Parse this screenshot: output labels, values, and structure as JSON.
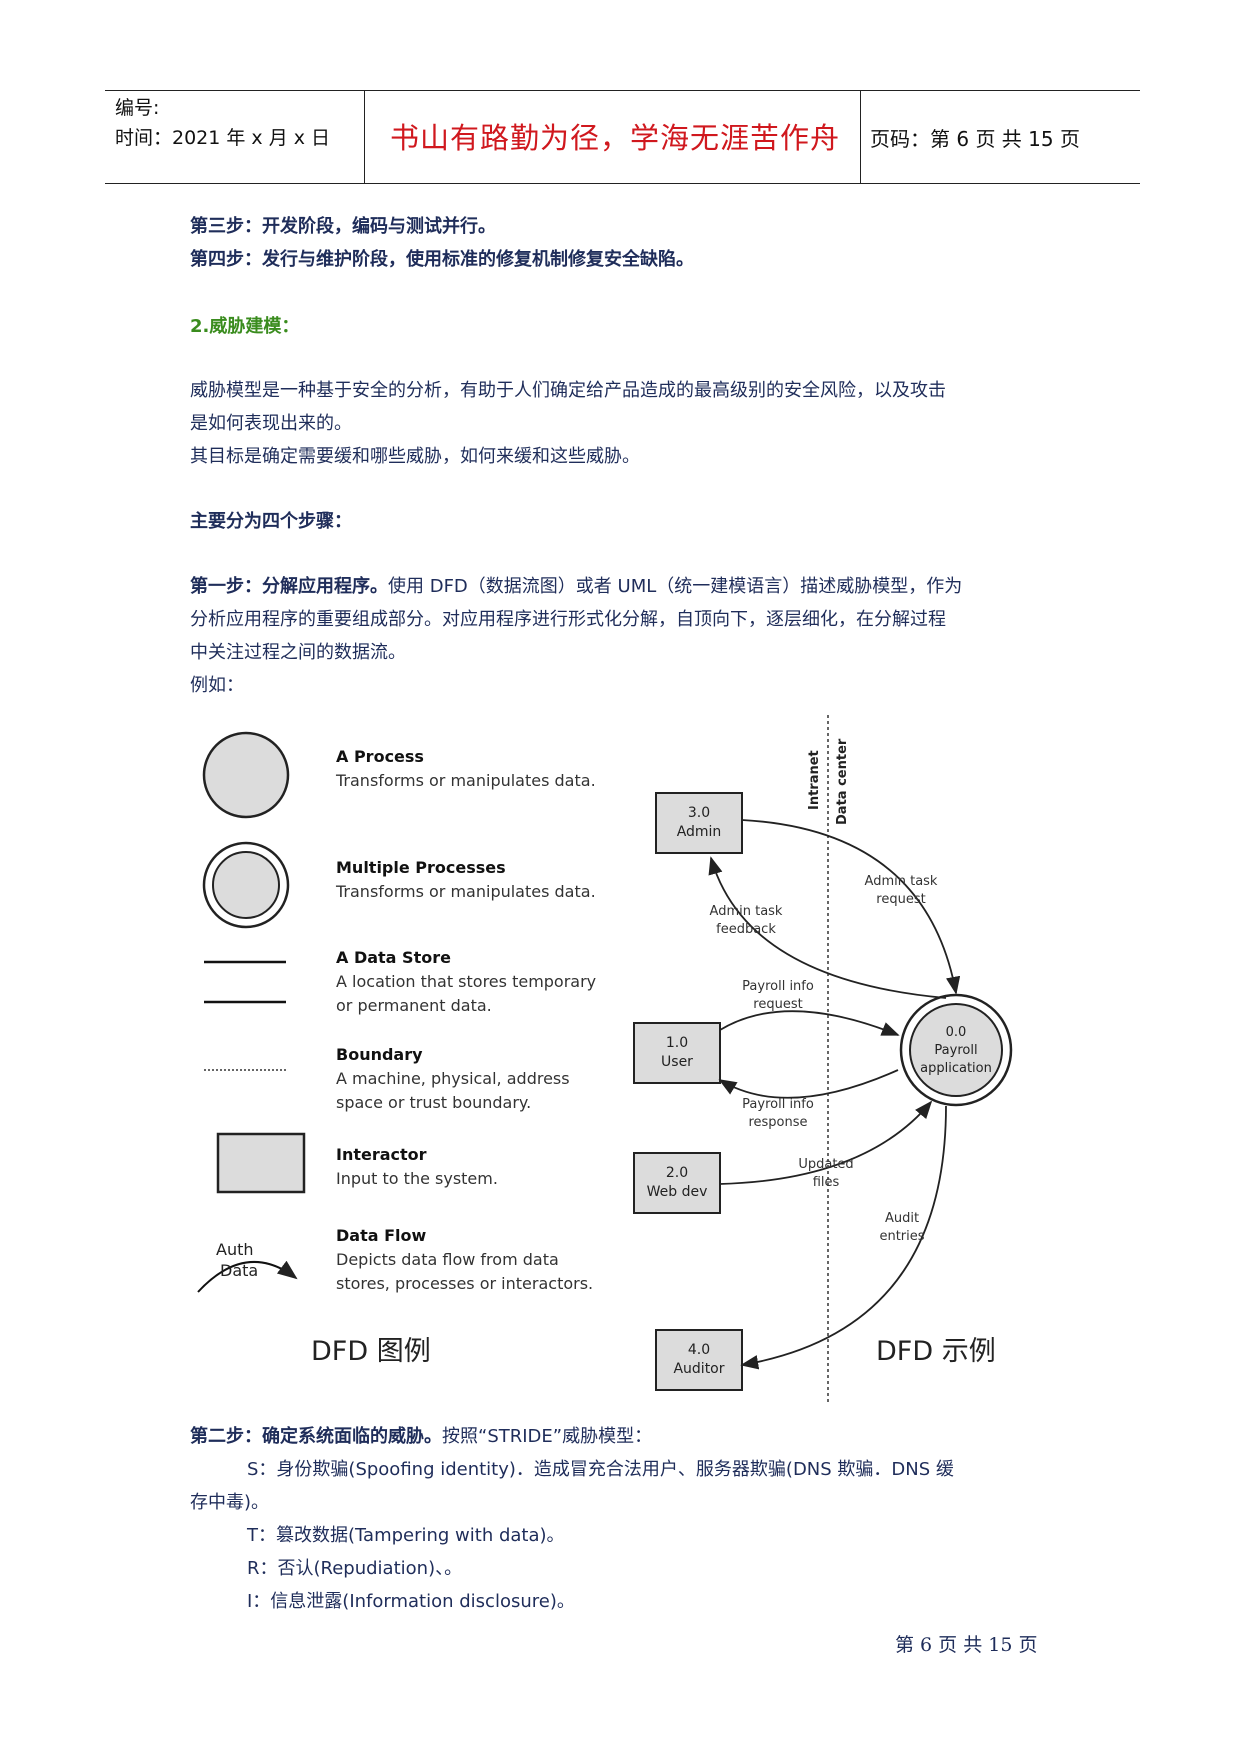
{
  "header": {
    "code_label": "编号:",
    "time_label": "时间：2021 年 x 月 x 日",
    "motto": "书山有路勤为径，学海无涯苦作舟",
    "page_label": "页码：第 6 页  共 15 页"
  },
  "body": {
    "step3": "第三步：开发阶段，编码与测试并行。",
    "step4": "第四步：发行与维护阶段，使用标准的修复机制修复安全缺陷。",
    "section_title": "2.威胁建模：",
    "intro_line1": "威胁模型是一种基于安全的分析，有助于人们确定给产品造成的最高级别的安全风险，以及攻击",
    "intro_line2": "是如何表现出来的。",
    "intro_line3": "其目标是确定需要缓和哪些威胁，如何来缓和这些威胁。",
    "main_steps": "主要分为四个步骤：",
    "step1_bold": "第一步：分解应用程序。",
    "step1_line1": "使用 DFD（数据流图）或者 UML（统一建模语言）描述威胁模型，作为",
    "step1_line2": "分析应用程序的重要组成部分。对应用程序进行形式化分解，自顶向下，逐层细化，在分解过程",
    "step1_line3": "中关注过程之间的数据流。",
    "example": "例如：",
    "step2_bold": "第二步：确定系统面临的威胁。",
    "step2_rest": "按照“STRIDE”威胁模型：",
    "s_line1": "S：身份欺骗(Spoofing identity)．造成冒充合法用户、服务器欺骗(DNS  欺骗．DNS 缓",
    "s_line2": "存中毒)。",
    "t_line": "T：篡改数据(Tampering with data)。",
    "r_line": "R：否认(Repudiation)、。",
    "i_line": "I：信息泄露(Information disclosure)。"
  },
  "figure": {
    "legend": {
      "process_title": "A Process",
      "process_desc": "Transforms or manipulates data.",
      "multi_title": "Multiple Processes",
      "multi_desc": "Transforms or manipulates data.",
      "store_title": "A Data Store",
      "store_desc1": "A location that stores temporary",
      "store_desc2": "or permanent data.",
      "boundary_title": "Boundary",
      "boundary_desc1": "A machine, physical, address",
      "boundary_desc2": "space or trust boundary.",
      "interactor_title": "Interactor",
      "interactor_desc": "Input to the system.",
      "flow_title": "Data Flow",
      "flow_desc1": "Depicts data flow from data",
      "flow_desc2": "stores, processes or interactors.",
      "flow_label1": "Auth",
      "flow_label2": "Data",
      "caption": "DFD 图例"
    },
    "example": {
      "intranet": "Intranet",
      "datacenter": "Data center",
      "admin_num": "3.0",
      "admin_name": "Admin",
      "user_num": "1.0",
      "user_name": "User",
      "webdev_num": "2.0",
      "webdev_name": "Web dev",
      "auditor_num": "4.0",
      "auditor_name": "Auditor",
      "payroll_num": "0.0",
      "payroll_name1": "Payroll",
      "payroll_name2": "application",
      "admin_task_req1": "Admin task",
      "admin_task_req2": "request",
      "admin_task_fb1": "Admin task",
      "admin_task_fb2": "feedback",
      "payroll_req1": "Payroll info",
      "payroll_req2": "request",
      "payroll_resp1": "Payroll info",
      "payroll_resp2": "response",
      "updated1": "Updated",
      "updated2": "files",
      "audit1": "Audit",
      "audit2": "entries",
      "caption": "DFD 示例"
    }
  },
  "footer": {
    "page": "第 6 页 共 15 页"
  }
}
